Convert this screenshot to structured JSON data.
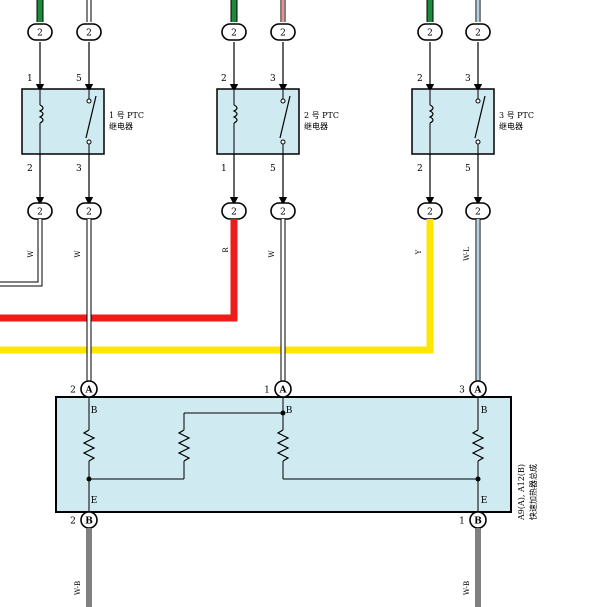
{
  "colors": {
    "green": "#1b8a3a",
    "red": "#ee1b1b",
    "yellow": "#ffe600",
    "light_blue": "#5aa9d6",
    "box_fill": "#cfeaf1",
    "black": "#000000"
  },
  "connector_pin_label": "2",
  "relays": [
    {
      "name": "1 号 PTC",
      "subname": "继电器",
      "pin_tl": "1",
      "pin_tr": "5",
      "pin_bl": "2",
      "pin_br": "3"
    },
    {
      "name": "2 号 PTC",
      "subname": "继电器",
      "pin_tl": "2",
      "pin_tr": "3",
      "pin_bl": "1",
      "pin_br": "5"
    },
    {
      "name": "3 号 PTC",
      "subname": "继电器",
      "pin_tl": "2",
      "pin_tr": "3",
      "pin_bl": "2",
      "pin_br": "5"
    }
  ],
  "wire_labels": {
    "w_left": "W",
    "w1": "W",
    "r": "R",
    "w2": "W",
    "y": "Y",
    "wl": "W-L",
    "wb_left": "W-B",
    "wb_right": "W-B"
  },
  "heater": {
    "name_line1": "A9(A), A12(B)",
    "name_line2": "快速加热器总成",
    "top_pins": [
      {
        "num": "2",
        "conn": "A",
        "term": "B"
      },
      {
        "num": "1",
        "conn": "A",
        "term": "B"
      },
      {
        "num": "3",
        "conn": "A",
        "term": "B"
      }
    ],
    "bottom_pins": [
      {
        "num": "2",
        "conn": "B",
        "term": "E"
      },
      {
        "num": "1",
        "conn": "B",
        "term": "E"
      }
    ]
  }
}
